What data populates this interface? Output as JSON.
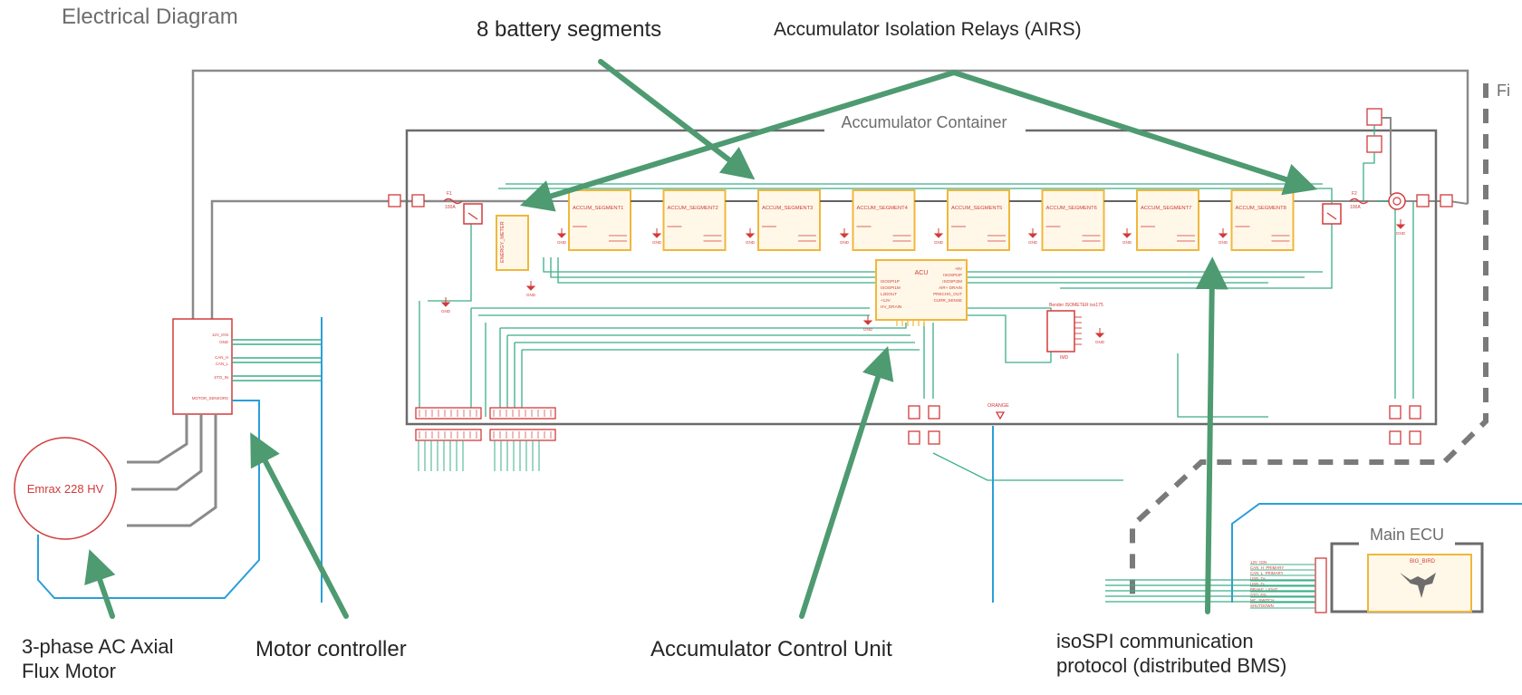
{
  "title": "Electrical Diagram",
  "callouts": {
    "battery_segments": "8 battery segments",
    "airs": "Accumulator Isolation Relays (AIRS)",
    "motor": "3-phase AC Axial\nFlux Motor",
    "motor_controller": "Motor controller",
    "acu": "Accumulator Control Unit",
    "isospi": "isoSPI communication\nprotocol (distributed BMS)"
  },
  "schematic": {
    "container_label": "Accumulator Container",
    "motor_label": "Emrax 228 HV",
    "acu_label": "ACU",
    "energy_meter": "ENERGY_METER",
    "imd_label": "Bender ISOMETER iso175",
    "imd_sub": "IMD",
    "main_ecu_label": "Main ECU",
    "main_ecu_chip": "BIG_BIRD",
    "edge_text": "Fi",
    "segments": [
      "ACCUM_SEGMENT1",
      "ACCUM_SEGMENT2",
      "ACCUM_SEGMENT3",
      "ACCUM_SEGMENT4",
      "ACCUM_SEGMENT5",
      "ACCUM_SEGMENT6",
      "ACCUM_SEGMENT7",
      "ACCUM_SEGMENT8"
    ],
    "gnd": "GND",
    "orange": "ORANGE",
    "fuse": "F1",
    "fuse2": "F2",
    "fuse_rating": "100A",
    "acu_pins_left": [
      "ISOSPI1P",
      "ISOSPI1M",
      "L2DOUT",
      "+12V",
      "HV_DRAIN"
    ],
    "acu_pins_right": [
      "+5V",
      "ISOSPI2P",
      "ISOSPI2M",
      "AIR+ DRAIN",
      "PRECHG_OUT",
      "CURR_SENSE"
    ],
    "mc_pins": [
      "12V_IGN",
      "GND",
      "CAN_H",
      "CAN_L",
      "STO_IN",
      "MOTOR_SENSORS"
    ],
    "ecu_pins": [
      "12V_IGN",
      "CAN_H_PRIMARY",
      "CAN_L_PRIMARY",
      "USB_D+",
      "USB_D-",
      "BRAKE_LIGHT",
      "STO_EN",
      "MC_SWITCH",
      "SHUTDOWN"
    ]
  },
  "colors": {
    "arrow": "#4e9a71",
    "wire_green": "#3cae89",
    "wire_blue": "#2a9fd8",
    "wire_gray": "#8a8a8a",
    "part_red": "#d23b3b",
    "segment_orange": "#f0b73c",
    "container_gray": "#6b6b6b",
    "text_dark": "#262626"
  }
}
